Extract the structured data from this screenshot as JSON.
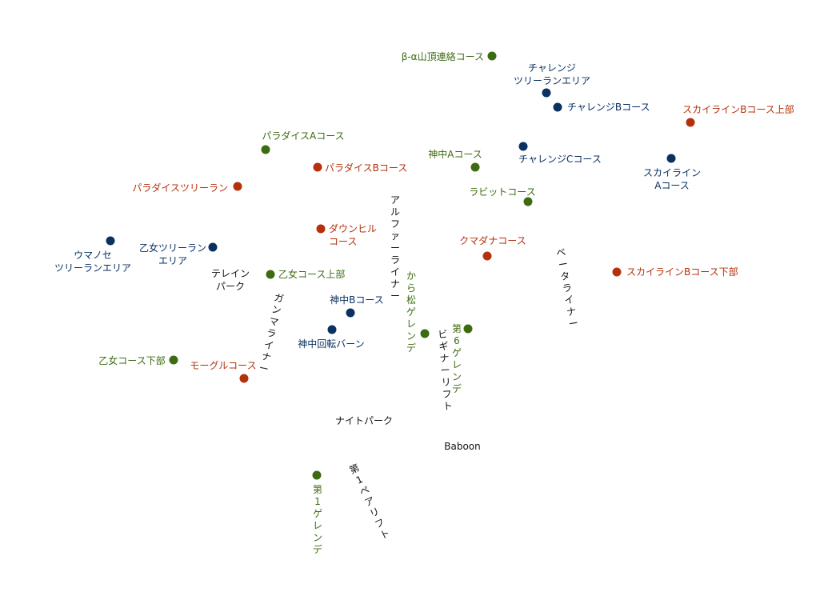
{
  "colors": {
    "green": "#3d6b11",
    "blue": "#0a3160",
    "red": "#b5300c",
    "black": "#111111"
  },
  "points": [
    {
      "id": "beta-alpha",
      "lines": [
        "β-α山頂連絡コース"
      ],
      "color": "green"
    },
    {
      "id": "challenge-tree",
      "lines": [
        "チャレンジ",
        "ツリーランエリア"
      ],
      "color": "blue"
    },
    {
      "id": "challenge-b",
      "lines": [
        "チャレンジBコース"
      ],
      "color": "blue"
    },
    {
      "id": "skyline-b-upper",
      "lines": [
        "スカイラインBコース上部"
      ],
      "color": "red"
    },
    {
      "id": "paradise-a",
      "lines": [
        "パラダイスAコース"
      ],
      "color": "green"
    },
    {
      "id": "paradise-b",
      "lines": [
        "パラダイスBコース"
      ],
      "color": "red"
    },
    {
      "id": "kamichu-a",
      "lines": [
        "神中Aコース"
      ],
      "color": "green"
    },
    {
      "id": "challenge-c",
      "lines": [
        "チャレンジCコース"
      ],
      "color": "blue"
    },
    {
      "id": "skyline-a",
      "lines": [
        "スカイライン",
        "Aコース"
      ],
      "color": "blue"
    },
    {
      "id": "paradise-tree",
      "lines": [
        "パラダイスツリーラン"
      ],
      "color": "red"
    },
    {
      "id": "rabbit",
      "lines": [
        "ラビットコース"
      ],
      "color": "green"
    },
    {
      "id": "downhill",
      "lines": [
        "ダウンヒル",
        "コース"
      ],
      "color": "red"
    },
    {
      "id": "umanose",
      "lines": [
        "ウマノセ",
        "ツリーランエリア"
      ],
      "color": "blue"
    },
    {
      "id": "otome-tree",
      "lines": [
        "乙女ツリーラン",
        "エリア"
      ],
      "color": "blue"
    },
    {
      "id": "kumadana",
      "lines": [
        "クマダナコース"
      ],
      "color": "red"
    },
    {
      "id": "otome-upper",
      "lines": [
        "乙女コース上部"
      ],
      "color": "green"
    },
    {
      "id": "skyline-b-lower",
      "lines": [
        "スカイラインBコース下部"
      ],
      "color": "red"
    },
    {
      "id": "kamichu-b",
      "lines": [
        "神中Bコース"
      ],
      "color": "blue"
    },
    {
      "id": "karamatsu",
      "lines": [
        "から松ゲレンデ"
      ],
      "color": "green"
    },
    {
      "id": "dai6",
      "lines": [
        "第6ゲレンデ"
      ],
      "color": "green"
    },
    {
      "id": "kamichu-turn",
      "lines": [
        "神中回転バーン"
      ],
      "color": "blue"
    },
    {
      "id": "otome-lower",
      "lines": [
        "乙女コース下部"
      ],
      "color": "green"
    },
    {
      "id": "mogul",
      "lines": [
        "モーグルコース"
      ],
      "color": "red"
    },
    {
      "id": "dai1",
      "lines": [
        "第1ゲレンデ"
      ],
      "color": "green"
    }
  ],
  "labels": [
    {
      "id": "alpha-liner",
      "text": "アルファーライナー",
      "color": "black"
    },
    {
      "id": "beta-liner",
      "text": "ベータライナー",
      "color": "black"
    },
    {
      "id": "terrain-park",
      "lines": [
        "テレイン",
        "パーク"
      ],
      "color": "black"
    },
    {
      "id": "gamma-liner",
      "text": "ガンマライナー",
      "color": "black"
    },
    {
      "id": "beginner-lift",
      "text": "ビギナーリフト",
      "color": "black"
    },
    {
      "id": "night-park",
      "text": "ナイトパーク",
      "color": "black"
    },
    {
      "id": "baboon",
      "text": "Baboon",
      "color": "black"
    },
    {
      "id": "dai1-pair-lift",
      "text": "第1ペアリフト",
      "color": "black"
    }
  ]
}
